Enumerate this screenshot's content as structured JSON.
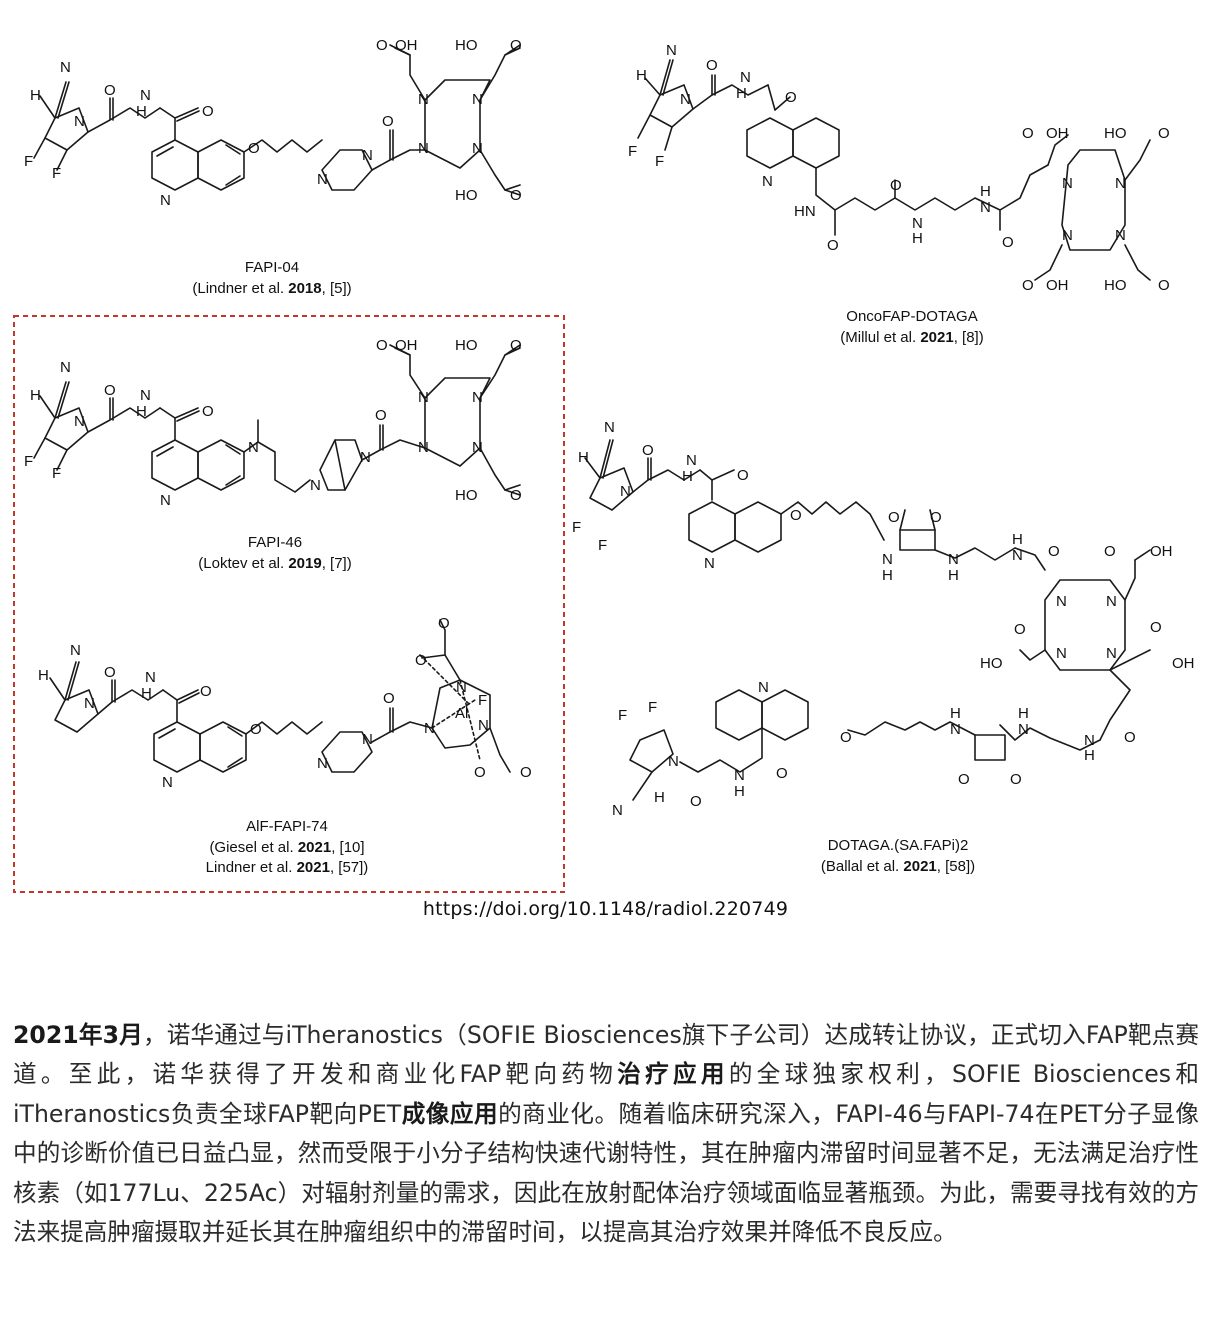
{
  "figure": {
    "structures": [
      {
        "name": "FAPI-04",
        "authors": "(Lindner et al. ",
        "year": "2018",
        "ref": ", [5])"
      },
      {
        "name": "OncoFAP-DOTAGA",
        "authors": "(Millul et al. ",
        "year": "2021",
        "ref": ", [8])"
      },
      {
        "name": "FAPI-46",
        "authors": "(Loktev et al. ",
        "year": "2019",
        "ref": ", [7])"
      },
      {
        "name": "AlF-FAPI-74",
        "authors": "(Giesel et al. ",
        "year": "2021",
        "ref": ", [10]",
        "authors2": "Lindner et al. ",
        "year2": "2021",
        "ref2": ", [57])"
      },
      {
        "name": "DOTAGA.(SA.FAPi)2",
        "authors": "(Ballal et al. ",
        "year": "2021",
        "ref": ", [58])"
      }
    ],
    "highlight_box_color": "#c0392b",
    "atom_labels": {
      "N": "N",
      "O": "O",
      "F": "F",
      "H": "H",
      "NH": "NH",
      "HN": "HN",
      "OH": "OH",
      "HO": "HO",
      "Al": "Al"
    }
  },
  "doi": "https://doi.org/10.1148/radiol.220749",
  "paragraph": {
    "date": "2021年3月",
    "s1": "，诺华通过与iTheranostics（SOFIE Biosciences旗下子公司）达成转让协议，正式切入FAP靶点赛道。至此，诺华获得了开发和商业化FAP靶向药物",
    "b1": "治疗应用",
    "s2": "的全球独家权利，SOFIE Biosciences和iTheranostics负责全球FAP靶向PET",
    "b2": "成像应用",
    "s3": "的商业化。随着临床研究深入，FAPI-46与FAPI-74在PET分子显像中的诊断价值已日益凸显，然而受限于小分子结构快速代谢特性，其在肿瘤内滞留时间显著不足，无法满足治疗性核素（如177Lu、225Ac）对辐射剂量的需求，因此在放射配体治疗领域面临显著瓶颈。为此，需要寻找有效的方法来提高肿瘤摄取并延长其在肿瘤组织中的滞留时间，以提高其治疗效果并降低不良反应。"
  }
}
